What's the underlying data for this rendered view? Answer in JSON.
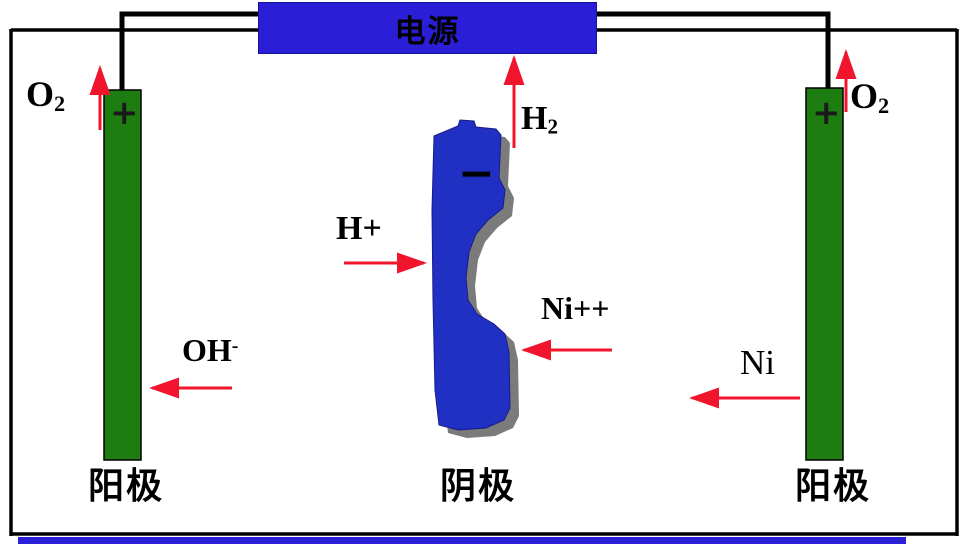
{
  "power_supply": {
    "label": "电源"
  },
  "electrodes": {
    "left": {
      "polarity": "+",
      "name": "阳极"
    },
    "center": {
      "polarity": "−",
      "name": "阴极"
    },
    "right": {
      "polarity": "+",
      "name": "阳极"
    }
  },
  "species": {
    "o2_left": {
      "base": "O",
      "sub": "2"
    },
    "o2_right": {
      "base": "O",
      "sub": "2"
    },
    "h2": {
      "base": "H",
      "sub": "2"
    },
    "oh": {
      "base": "OH",
      "sup": "-"
    },
    "h_plus": "H+",
    "ni_ion": "Ni++",
    "ni_metal": "Ni"
  },
  "colors": {
    "electrode_green": "#1e7d10",
    "power_blue": "#2a1fd6",
    "object_blue": "#2030c2",
    "shadow_gray": "#7b7b7b",
    "arrow_red": "#f0142d",
    "wire_black": "#000000",
    "tank_bottom_blue": "#2a1fd6"
  }
}
